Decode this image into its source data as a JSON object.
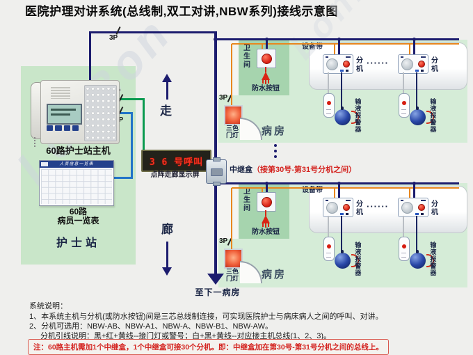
{
  "title": "医院护理对讲系统(总线制,双工对讲,NBW系列)接线示意图",
  "watermark": "LonBon",
  "nurse_station": {
    "area_label": "护士站",
    "host_label": "60路护士站主机",
    "list_label1": "60路",
    "list_label2": "病员一览表",
    "list_header": "人员信息一览表",
    "wire_3p": "3P",
    "wire_2p": "2P"
  },
  "corridor": {
    "up": "走",
    "down": "廊",
    "trunk_label": "3P",
    "to_next_ward": "至下一病房"
  },
  "display": {
    "text": "3 6 号呼叫",
    "label": "点阵走廊显示屏"
  },
  "relay_box": {
    "name": "中继盒",
    "range_note": "（接第30号-第31号分机之间）"
  },
  "room": {
    "bathroom": "卫生间",
    "waterproof_button": "防水按钮",
    "door_light1": "三色",
    "door_light2": "门灯",
    "door_light_wire": "3P",
    "ward": "病房",
    "equipment_belt": "设备带",
    "extension": "分机",
    "ellipsis": "······",
    "infusion_alarm": "输液报警器"
  },
  "notes": {
    "heading": "系统说明：",
    "line1": "1、本系统主机与分机(或防水按钮)间是三芯总线制连接，可实现医院护士与病床病人之间的呼叫、对讲。",
    "line2": "2、分机可选用：NBW-AB、NBW-A1、NBW-A、NBW-B1、NBW-AW。",
    "line3": "分机引线说明：黑+红+黄线--接门灯或警号；白+黑+黄线--对应接主机总线(1、2、3)。",
    "warning": "注：60路主机需加1个中继盒，1个中继盒可接30个分机。即：中继盒加在第30号-第31号分机之间的总线上。"
  },
  "colors": {
    "trunk_navy": "#1c1c6e",
    "branch_orange": "#e8871e",
    "wire_green": "#0a9a50",
    "wire_blue": "#2173c8",
    "led_red": "#f5301e",
    "note_red": "#d42420"
  }
}
